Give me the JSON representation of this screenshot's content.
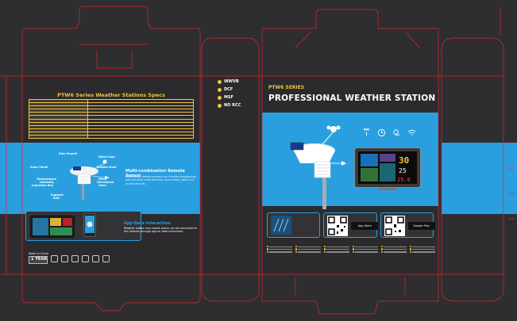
{
  "specs": {
    "title": "PTW6 Series Weather Stations Specs",
    "row_count": 12
  },
  "station_callouts": {
    "rain_funnel": "Rain Funnel",
    "solar_panel": "Solar Panel",
    "wind_cups": "Wind Cups",
    "bubble_level": "Bubble level",
    "temperature": "Temperature",
    "humidity": "Humidity",
    "induction_box": "Induction Box",
    "wind_direction": "Wind",
    "wind_direction_2": "Directional",
    "wind_direction_3": "Vane",
    "support_rod": "Support",
    "support_rod_2": "Rod"
  },
  "multi_combination": {
    "title": "Multi-combination Remote Sensor",
    "text": "Professional remote sensors can monitor temperature and humidity, wind direction, wind speed, light & UV in real time etc."
  },
  "app_data": {
    "title": "App Data Interaction",
    "text": "Weather station and mobile phone can be connected to the network through app for data interaction."
  },
  "footer": {
    "made_in": "Made in China",
    "warranty": "1 YEAR"
  },
  "frequencies": [
    "WWVB",
    "DCF",
    "MSF",
    "NO RCC"
  ],
  "header": {
    "series": "PTW6 SERIES",
    "title": "PROFESSIONAL WEATHER STATION"
  },
  "display": {
    "value_1": "30",
    "value_2": "25",
    "value_3": "25.6"
  },
  "stores": {
    "app_store": "App Store",
    "google_play": "Google Play"
  },
  "bullet_count": 18,
  "colors": {
    "background": "#2e2e30",
    "accent_blue": "#2a9fe0",
    "accent_yellow": "#f4c23b",
    "dieline_red": "#e0262b"
  }
}
